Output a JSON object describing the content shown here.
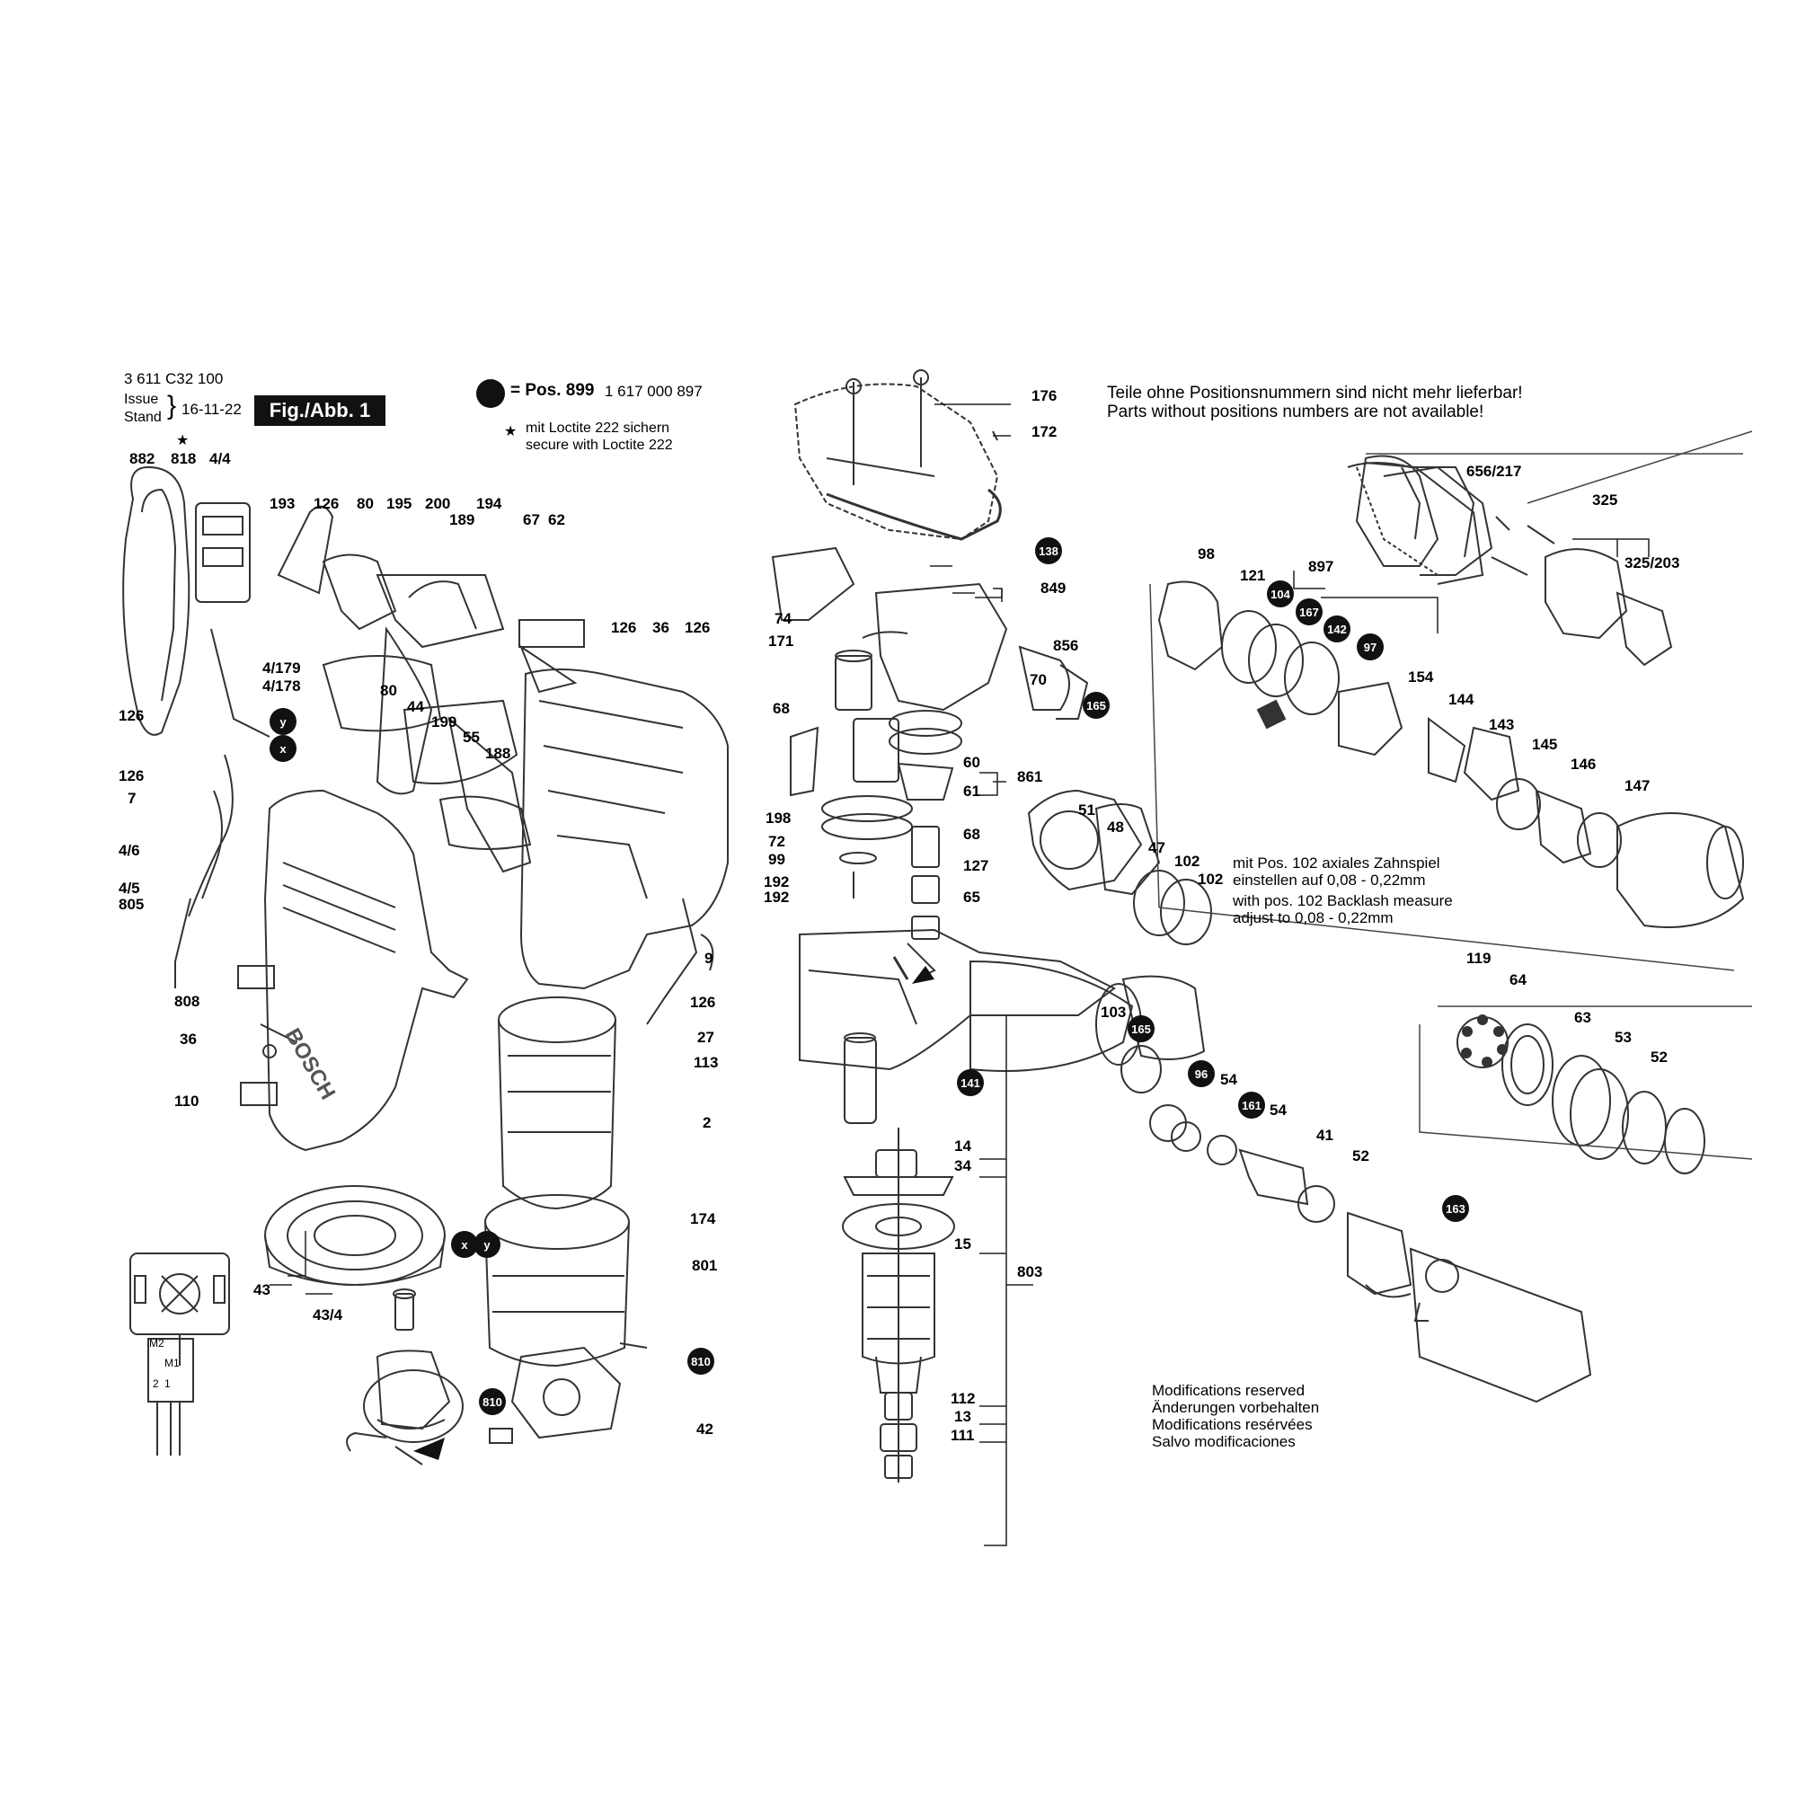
{
  "header": {
    "doc_number": "3 611 C32 100",
    "issue_label": "Issue",
    "stand_label": "Stand",
    "issue_date": "16-11-22",
    "figure_label": "Fig./Abb. 1",
    "pos_prefix": "= Pos. 899",
    "pos_part_number": "1 617 000 897",
    "loctite_de": "mit Loctite 222 sichern",
    "loctite_en": "secure with Loctite 222",
    "star_symbol": "★"
  },
  "notices": {
    "availability_de": "Teile ohne Positionsnummern sind nicht mehr lieferbar!",
    "availability_en": "Parts without positions numbers are not available!",
    "backlash_de_1": "mit Pos. 102 axiales Zahnspiel",
    "backlash_de_2": "einstellen auf 0,08 - 0,22mm",
    "backlash_en_1": "with pos. 102 Backlash measure",
    "backlash_en_2": "adjust to 0,08 - 0,22mm",
    "mod_en": "Modifications reserved",
    "mod_de": "Änderungen vorbehalten",
    "mod_fr": "Modifications resérvées",
    "mod_es": "Salvo modificaciones"
  },
  "brand_text": "BOSCH",
  "wiring_labels": [
    "M2",
    "M1",
    "2",
    "1"
  ],
  "labels": [
    {
      "id": "l1",
      "text": "882"
    },
    {
      "id": "l2",
      "text": "818"
    },
    {
      "id": "l3",
      "text": "4/4"
    },
    {
      "id": "l4",
      "text": "193"
    },
    {
      "id": "l5",
      "text": "126"
    },
    {
      "id": "l6",
      "text": "80"
    },
    {
      "id": "l7",
      "text": "195"
    },
    {
      "id": "l8",
      "text": "200"
    },
    {
      "id": "l9",
      "text": "194"
    },
    {
      "id": "l10",
      "text": "189"
    },
    {
      "id": "l11",
      "text": "67"
    },
    {
      "id": "l12",
      "text": "62"
    },
    {
      "id": "l13",
      "text": "126"
    },
    {
      "id": "l14",
      "text": "36"
    },
    {
      "id": "l15",
      "text": "126"
    },
    {
      "id": "l16",
      "text": "4/179"
    },
    {
      "id": "l17",
      "text": "4/178"
    },
    {
      "id": "l18",
      "text": "126"
    },
    {
      "id": "l19",
      "text": "80"
    },
    {
      "id": "l20",
      "text": "44"
    },
    {
      "id": "l21",
      "text": "199"
    },
    {
      "id": "l22",
      "text": "55"
    },
    {
      "id": "l23",
      "text": "188"
    },
    {
      "id": "l24",
      "text": "126"
    },
    {
      "id": "l25",
      "text": "7"
    },
    {
      "id": "l26",
      "text": "4/6"
    },
    {
      "id": "l27",
      "text": "4/5"
    },
    {
      "id": "l28",
      "text": "805"
    },
    {
      "id": "l29",
      "text": "9"
    },
    {
      "id": "l30",
      "text": "808"
    },
    {
      "id": "l31",
      "text": "126"
    },
    {
      "id": "l32",
      "text": "36"
    },
    {
      "id": "l33",
      "text": "27"
    },
    {
      "id": "l34",
      "text": "113"
    },
    {
      "id": "l35",
      "text": "110"
    },
    {
      "id": "l36",
      "text": "2"
    },
    {
      "id": "l37",
      "text": "174"
    },
    {
      "id": "l38",
      "text": "801"
    },
    {
      "id": "l39",
      "text": "43"
    },
    {
      "id": "l40",
      "text": "43/4"
    },
    {
      "id": "l41",
      "text": "42"
    },
    {
      "id": "l42",
      "text": "176"
    },
    {
      "id": "l43",
      "text": "172"
    },
    {
      "id": "l44",
      "text": "849"
    },
    {
      "id": "l45",
      "text": "74"
    },
    {
      "id": "l46",
      "text": "171"
    },
    {
      "id": "l47",
      "text": "856"
    },
    {
      "id": "l48",
      "text": "70"
    },
    {
      "id": "l49",
      "text": "68"
    },
    {
      "id": "l50",
      "text": "60"
    },
    {
      "id": "l51",
      "text": "861"
    },
    {
      "id": "l52",
      "text": "61"
    },
    {
      "id": "l53",
      "text": "198"
    },
    {
      "id": "l54",
      "text": "68"
    },
    {
      "id": "l55",
      "text": "72"
    },
    {
      "id": "l56",
      "text": "99"
    },
    {
      "id": "l57",
      "text": "127"
    },
    {
      "id": "l58",
      "text": "192"
    },
    {
      "id": "l59",
      "text": "192"
    },
    {
      "id": "l60",
      "text": "65"
    },
    {
      "id": "l61",
      "text": "51"
    },
    {
      "id": "l62",
      "text": "48"
    },
    {
      "id": "l63",
      "text": "47"
    },
    {
      "id": "l64",
      "text": "102"
    },
    {
      "id": "l65",
      "text": "102"
    },
    {
      "id": "l66",
      "text": "103"
    },
    {
      "id": "l67",
      "text": "14"
    },
    {
      "id": "l68",
      "text": "34"
    },
    {
      "id": "l69",
      "text": "15"
    },
    {
      "id": "l70",
      "text": "803"
    },
    {
      "id": "l71",
      "text": "112"
    },
    {
      "id": "l72",
      "text": "13"
    },
    {
      "id": "l73",
      "text": "111"
    },
    {
      "id": "l74",
      "text": "98"
    },
    {
      "id": "l75",
      "text": "121"
    },
    {
      "id": "l76",
      "text": "897"
    },
    {
      "id": "l77",
      "text": "656/217"
    },
    {
      "id": "l78",
      "text": "325"
    },
    {
      "id": "l79",
      "text": "325/203"
    },
    {
      "id": "l80",
      "text": "154"
    },
    {
      "id": "l81",
      "text": "144"
    },
    {
      "id": "l82",
      "text": "143"
    },
    {
      "id": "l83",
      "text": "145"
    },
    {
      "id": "l84",
      "text": "146"
    },
    {
      "id": "l85",
      "text": "147"
    },
    {
      "id": "l86",
      "text": "119"
    },
    {
      "id": "l87",
      "text": "64"
    },
    {
      "id": "l88",
      "text": "63"
    },
    {
      "id": "l89",
      "text": "53"
    },
    {
      "id": "l90",
      "text": "52"
    },
    {
      "id": "l91",
      "text": "54"
    },
    {
      "id": "l92",
      "text": "54"
    },
    {
      "id": "l93",
      "text": "41"
    },
    {
      "id": "l94",
      "text": "52"
    }
  ],
  "callouts": [
    {
      "id": "c1",
      "text": "y"
    },
    {
      "id": "c2",
      "text": "x"
    },
    {
      "id": "c3",
      "text": "x"
    },
    {
      "id": "c4",
      "text": "y"
    },
    {
      "id": "c5",
      "text": "810"
    },
    {
      "id": "c6",
      "text": "810"
    },
    {
      "id": "c7",
      "text": "138"
    },
    {
      "id": "c8",
      "text": "165"
    },
    {
      "id": "c9",
      "text": "104"
    },
    {
      "id": "c10",
      "text": "167"
    },
    {
      "id": "c11",
      "text": "142"
    },
    {
      "id": "c12",
      "text": "97"
    },
    {
      "id": "c13",
      "text": "165"
    },
    {
      "id": "c14",
      "text": "141"
    },
    {
      "id": "c15",
      "text": "96"
    },
    {
      "id": "c16",
      "text": "161"
    },
    {
      "id": "c17",
      "text": "163"
    }
  ]
}
